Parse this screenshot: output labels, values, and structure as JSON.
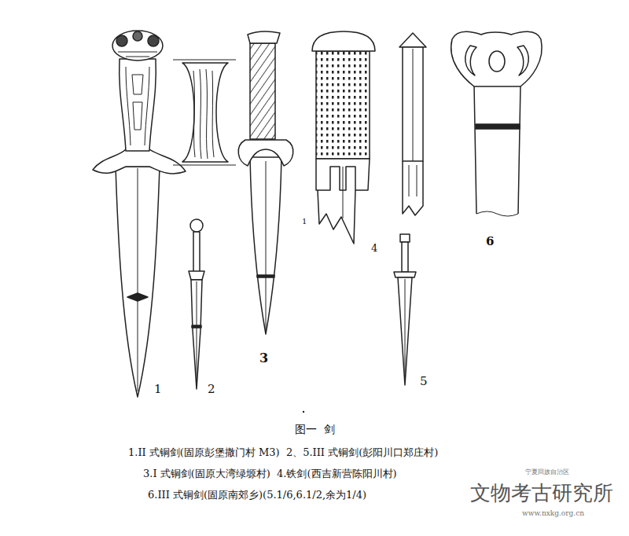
{
  "diagram": {
    "title": "图一  剑",
    "labels": [
      "1",
      "2",
      "3",
      "4",
      "1",
      "5",
      "6",
      "1.II 式铜剑(固原彭堡撒门村 M3)  2、5.III 式铜剑(彭阳川口郑庄村)",
      "3.I 式铜剑(固原大湾绿塬村)  4.铁剑(西吉新营陈阳川村)",
      "6.III 式铜剑(固原南郊乡)(5.1/6,6.1/2,余为1/4)",
      "文物考古研究所",
      "宁夏回族自治区",
      "www.nxkg.org.cn"
    ]
  }
}
